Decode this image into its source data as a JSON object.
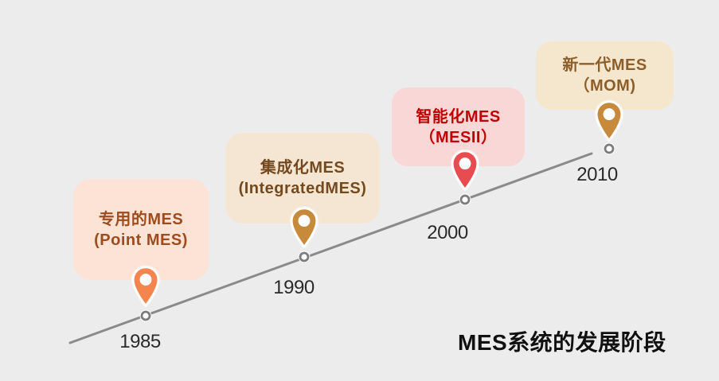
{
  "canvas": {
    "background": "#ececec"
  },
  "title": {
    "text": "MES系统的发展阶段"
  },
  "timeline": {
    "line_color": "#8a8a8a",
    "node_ring_color": "#7d7d7d",
    "milestones": [
      {
        "year": "1985",
        "name": "专用的MES",
        "subtitle": "(Point MES)",
        "card_bg": "#fce3d6",
        "text_color": "#9e4b1e",
        "pin_color": "#f5854f"
      },
      {
        "year": "1990",
        "name": "集成化MES",
        "subtitle": "(IntegratedMES)",
        "card_bg": "#f4e6d2",
        "text_color": "#74491f",
        "pin_color": "#c78a3b"
      },
      {
        "year": "2000",
        "name": "智能化MES",
        "subtitle": "（MESII）",
        "card_bg": "#f9d7d7",
        "text_color": "#c00000",
        "pin_color": "#e74c50"
      },
      {
        "year": "2010",
        "name": "新一代MES",
        "subtitle": "（MOM)",
        "card_bg": "#f5e7cd",
        "text_color": "#8c5e2a",
        "pin_color": "#c78a3b"
      }
    ]
  }
}
